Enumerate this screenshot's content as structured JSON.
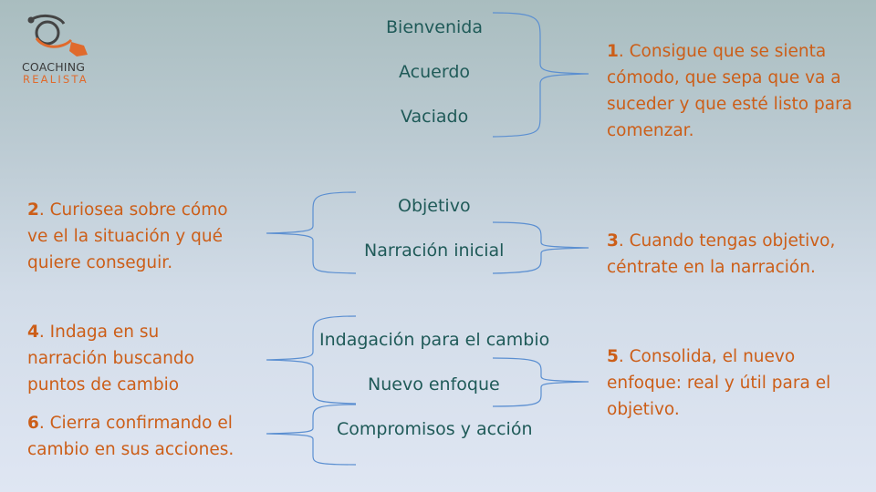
{
  "logo": {
    "line1": "COACHING",
    "line2": "REALISTA",
    "colors": {
      "dark": "#444444",
      "accent": "#e06a2c"
    }
  },
  "steps": [
    "Bienvenida",
    "Acuerdo",
    "Vaciado",
    "Objetivo",
    "Narración inicial",
    "Indagación para el cambio",
    "Nuevo enfoque",
    "Compromisos y acción"
  ],
  "descriptions": [
    {
      "num": "1",
      "text": ". Consigue que se sienta cómodo, que sepa que va a suceder y que esté listo para comenzar."
    },
    {
      "num": "2",
      "text": ". Curiosea sobre cómo ve el la situación y qué quiere conseguir."
    },
    {
      "num": "3",
      "text": ". Cuando tengas objetivo, céntrate en la narración."
    },
    {
      "num": "4",
      "text": ". Indaga en su narración buscando puntos de cambio"
    },
    {
      "num": "5",
      "text": ". Consolida, el nuevo enfoque: real y útil para el objetivo."
    },
    {
      "num": "6",
      "text": ". Cierra confirmando el cambio en sus acciones."
    }
  ],
  "colors": {
    "step_text": "#1f5a58",
    "desc_text": "#cc5e18",
    "brace": "#5b8fd1"
  }
}
